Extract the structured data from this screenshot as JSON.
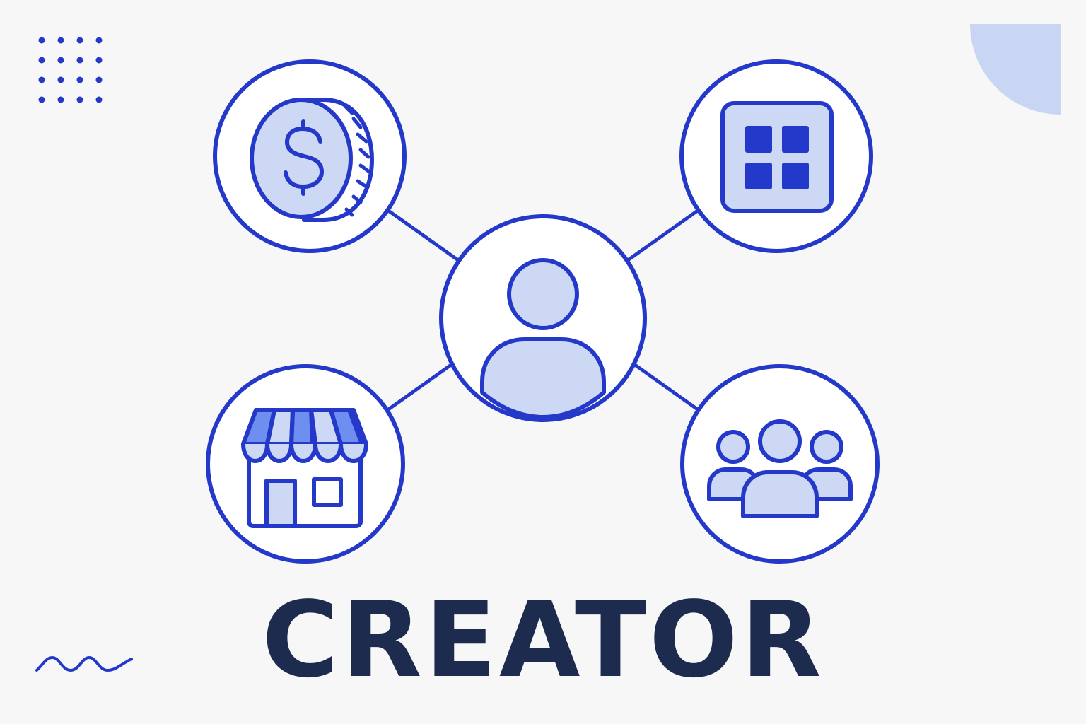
{
  "title": "CREATOR",
  "colors": {
    "background": "#f7f7f8",
    "stroke": "#2438c9",
    "fill_light": "#ccd8f4",
    "fill_mid": "#6f8ff0",
    "title": "#1c2b4e",
    "accent_shape": "#c9d6f3"
  },
  "nodes": [
    {
      "id": "center",
      "icon": "user-icon"
    },
    {
      "id": "top-left",
      "icon": "dollar-coin-icon"
    },
    {
      "id": "top-right",
      "icon": "app-grid-icon"
    },
    {
      "id": "bottom-left",
      "icon": "storefront-icon"
    },
    {
      "id": "bottom-right",
      "icon": "audience-group-icon"
    }
  ],
  "edges": [
    {
      "from": "center",
      "to": "top-left"
    },
    {
      "from": "center",
      "to": "top-right"
    },
    {
      "from": "center",
      "to": "bottom-left"
    },
    {
      "from": "center",
      "to": "bottom-right"
    }
  ]
}
